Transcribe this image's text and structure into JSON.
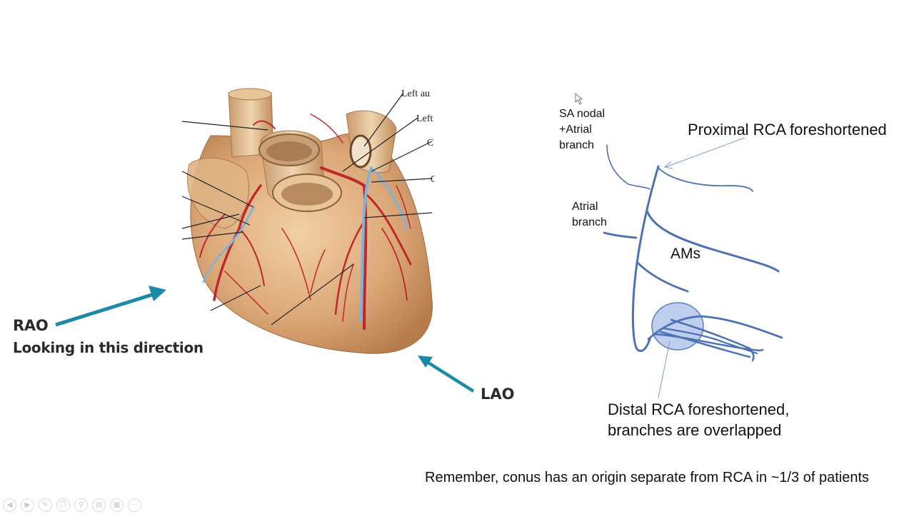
{
  "heart_labels": {
    "left_auricle": "Left au",
    "left": "Left",
    "c1": "C",
    "c2": "C"
  },
  "rao": {
    "title": "RAO",
    "subtitle": "Looking in this direction"
  },
  "lao": {
    "title": "LAO"
  },
  "diagram": {
    "sa_nodal": [
      "SA nodal",
      "+Atrial",
      "branch"
    ],
    "proximal": "Proximal RCA foreshortened",
    "atrial_branch": [
      "Atrial",
      "branch"
    ],
    "ams": "AMs",
    "distal": [
      "Distal RCA foreshortened,",
      "branches are overlapped"
    ]
  },
  "footer": "Remember, conus has an origin separate from RCA in ~1/3 of patients",
  "colors": {
    "vessel_line": "#4a72b4",
    "arrow_teal": "#1b8aa8",
    "artery_red": "#c0272d",
    "vein_blue": "#7fb3d9",
    "heart_tissue": "#d9a87a"
  },
  "toolbar": {
    "icons": [
      "prev-icon",
      "next-icon",
      "pen-icon",
      "copy-icon",
      "zoom-icon",
      "subtitle-icon",
      "slides-icon",
      "more-icon"
    ]
  }
}
